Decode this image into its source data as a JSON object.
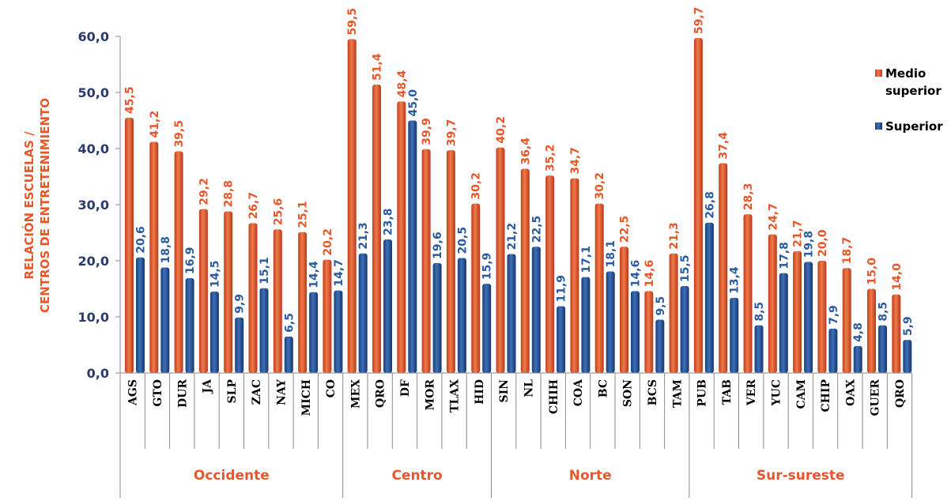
{
  "chart_data": {
    "type": "bar",
    "ylabel_lines": [
      "RELACIÓN ESCUELAS /",
      "CENTROS DE ENTRETENIMIENTO"
    ],
    "ylim": [
      0,
      60
    ],
    "yticks": [
      "0,0",
      "10,0",
      "20,0",
      "30,0",
      "40,0",
      "50,0",
      "60,0"
    ],
    "categories": [
      "AGS",
      "GTO",
      "DUR",
      "JA",
      "SLP",
      "ZAC",
      "NAY",
      "MICH",
      "CO",
      "MEX",
      "QRO",
      "DF",
      "MOR",
      "TLAX",
      "HID",
      "SIN",
      "NL",
      "CHIH",
      "COA",
      "BC",
      "SON",
      "BCS",
      "TAM",
      "PUB",
      "TAB",
      "VER",
      "YUC",
      "CAM",
      "CHIP",
      "OAX",
      "GUER",
      "QRO"
    ],
    "groups": [
      {
        "name": "Occidente",
        "count": 9
      },
      {
        "name": "Centro",
        "count": 6
      },
      {
        "name": "Norte",
        "count": 8
      },
      {
        "name": "Sur-sureste",
        "count": 9
      }
    ],
    "series": [
      {
        "name": "Medio superior",
        "color": "#e8572a",
        "values": [
          45.5,
          41.2,
          39.5,
          29.2,
          28.8,
          26.7,
          25.6,
          25.1,
          20.2,
          59.5,
          51.4,
          48.4,
          39.9,
          39.7,
          30.2,
          40.2,
          36.4,
          35.2,
          34.7,
          30.2,
          22.5,
          14.6,
          21.3,
          59.7,
          37.4,
          28.3,
          24.7,
          21.7,
          20.0,
          18.7,
          15.0,
          14.0
        ],
        "labels": [
          "45,5",
          "41,2",
          "39,5",
          "29,2",
          "28,8",
          "26,7",
          "25,6",
          "25,1",
          "20,2",
          "59,5",
          "51,4",
          "48,4",
          "39,9",
          "39,7",
          "30,2",
          "40,2",
          "36,4",
          "35,2",
          "34,7",
          "30,2",
          "22,5",
          "14,6",
          "21,3",
          "59,7",
          "37,4",
          "28,3",
          "24,7",
          "21,7",
          "20,0",
          "18,7",
          "15,0",
          "14,0"
        ]
      },
      {
        "name": "Superior",
        "color": "#2a5aa0",
        "values": [
          20.6,
          18.8,
          16.9,
          14.5,
          9.9,
          15.1,
          6.5,
          14.4,
          14.7,
          21.3,
          23.8,
          45.0,
          19.6,
          20.5,
          15.9,
          21.2,
          22.5,
          11.9,
          17.1,
          18.1,
          14.6,
          9.5,
          15.5,
          26.8,
          13.4,
          8.5,
          17.8,
          19.8,
          7.9,
          4.8,
          8.5,
          5.9
        ],
        "labels": [
          "20,6",
          "18,8",
          "16,9",
          "14,5",
          "9,9",
          "15,1",
          "6,5",
          "14,4",
          "14,7",
          "21,3",
          "23,8",
          "45,0",
          "19,6",
          "20,5",
          "15,9",
          "21,2",
          "22,5",
          "11,9",
          "17,1",
          "18,1",
          "14,6",
          "9,5",
          "15,5",
          "26,8",
          "13,4",
          "8,5",
          "17,8",
          "19,8",
          "7,9",
          "4,8",
          "8,5",
          "5,9"
        ]
      }
    ],
    "legend": {
      "position": "right",
      "entries": [
        [
          "Medio",
          "superior"
        ],
        [
          "Superior"
        ]
      ]
    },
    "grid": false
  }
}
